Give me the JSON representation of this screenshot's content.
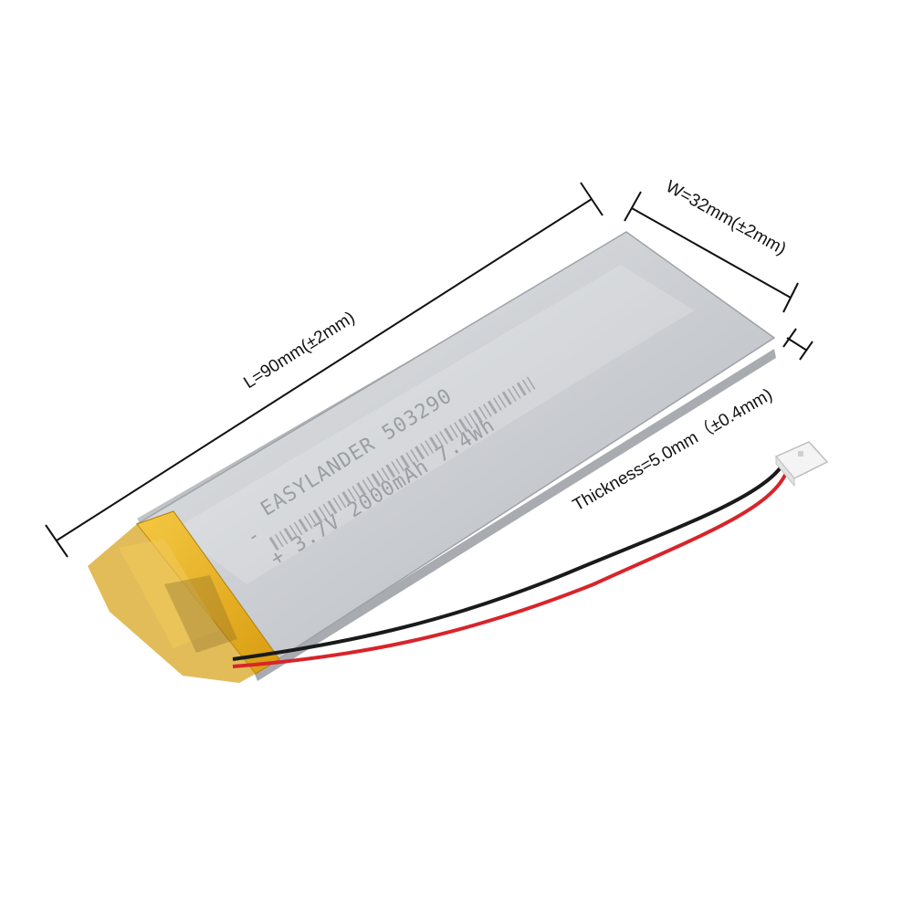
{
  "dimensions": {
    "length_label": "L=90mm(±2mm)",
    "width_label": "W=32mm(±2mm)",
    "thickness_label": "Thickness=5.0mm（±0.4mm)"
  },
  "battery_print": {
    "line1": "EASYLANDER 503290",
    "line2": "+ 3.7V 2000mAh 7.4Wh",
    "line3": "-"
  },
  "colors": {
    "cell_body": "#c9ccd0",
    "tape": "#e8b420",
    "wire_red": "#d8242a",
    "wire_black": "#1a1a1a",
    "connector": "#f2f2f2"
  }
}
